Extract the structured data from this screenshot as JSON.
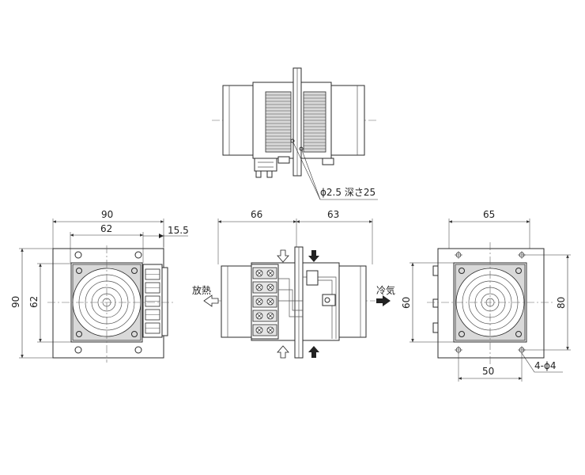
{
  "top_view": {
    "hole_note": "ϕ2.5 深さ25"
  },
  "left_view": {
    "width_outer": "90",
    "width_inner": "62",
    "offset": "15.5",
    "height_outer": "90",
    "height_inner": "62"
  },
  "center_view": {
    "left_depth": "66",
    "right_depth": "63",
    "left_label": "放熱",
    "right_label": "冷気"
  },
  "right_view": {
    "width_top": "65",
    "height_inner": "60",
    "height_outer": "80",
    "hole_pitch": "50",
    "hole_note": "4-ϕ4"
  }
}
